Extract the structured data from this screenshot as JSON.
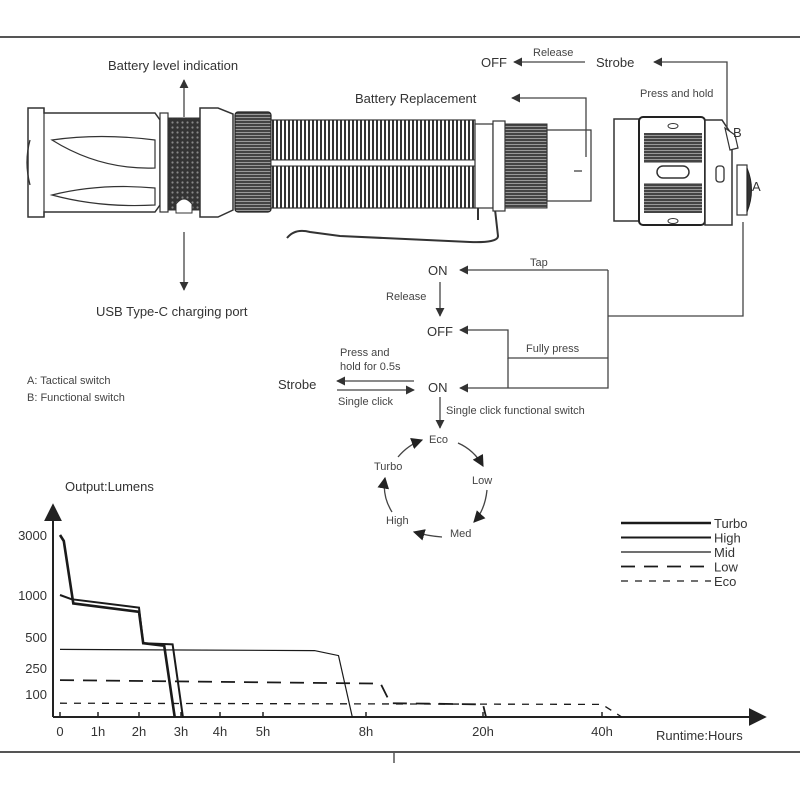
{
  "diagram": {
    "callouts": {
      "battery_level": "Battery level indication",
      "usb_port": "USB Type-C charging port",
      "battery_replacement": "Battery Replacement"
    },
    "tailcap": {
      "off": "OFF",
      "release": "Release",
      "strobe": "Strobe",
      "press_and_hold": "Press and hold",
      "label_a": "A",
      "label_b": "B"
    },
    "switch_legend": [
      "A: Tactical switch",
      "B: Functional switch"
    ],
    "flow": {
      "on_top": "ON",
      "tap": "Tap",
      "release": "Release",
      "off": "OFF",
      "fully_press": "Fully press",
      "on_bottom": "ON",
      "strobe": "Strobe",
      "press_hold_line1": "Press and",
      "press_hold_line2": "hold for 0.5s",
      "single_click": "Single click",
      "single_click_functional": "Single click functional switch"
    },
    "mode_cycle": [
      "Eco",
      "Low",
      "Med",
      "High",
      "Turbo"
    ]
  },
  "chart_data": {
    "type": "line",
    "title": "",
    "ylabel": "Output:Lumens",
    "xlabel": "Runtime:Hours",
    "y_ticks": [
      "3000",
      "1000",
      "500",
      "250",
      "100"
    ],
    "x_ticks": [
      "0",
      "1h",
      "2h",
      "3h",
      "4h",
      "5h",
      "8h",
      "20h",
      "40h"
    ],
    "x_scale": "nonlinear (tick labels as printed)",
    "legend": [
      "Turbo",
      "High",
      "Mid",
      "Low",
      "Eco"
    ],
    "legend_position": "top-right",
    "grid": false,
    "series": [
      {
        "name": "Turbo",
        "style": "thick-solid",
        "points": [
          [
            0,
            3000
          ],
          [
            0.1,
            2800
          ],
          [
            0.35,
            900
          ],
          [
            2.0,
            800
          ],
          [
            2.1,
            450
          ],
          [
            2.6,
            430
          ],
          [
            2.85,
            0
          ]
        ]
      },
      {
        "name": "High",
        "style": "solid",
        "points": [
          [
            0,
            1000
          ],
          [
            0.3,
            950
          ],
          [
            2.0,
            850
          ],
          [
            2.1,
            450
          ],
          [
            2.8,
            440
          ],
          [
            3.05,
            0
          ]
        ]
      },
      {
        "name": "Mid",
        "style": "thin-solid",
        "points": [
          [
            0,
            400
          ],
          [
            6.5,
            390
          ],
          [
            7.2,
            350
          ],
          [
            7.6,
            0
          ]
        ]
      },
      {
        "name": "Low",
        "style": "long-dash",
        "points": [
          [
            0,
            180
          ],
          [
            9.5,
            160
          ],
          [
            10.5,
            60
          ],
          [
            20,
            55
          ],
          [
            20.5,
            0
          ]
        ]
      },
      {
        "name": "Eco",
        "style": "short-dash",
        "points": [
          [
            0,
            60
          ],
          [
            40,
            55
          ],
          [
            43,
            0
          ]
        ]
      }
    ]
  }
}
